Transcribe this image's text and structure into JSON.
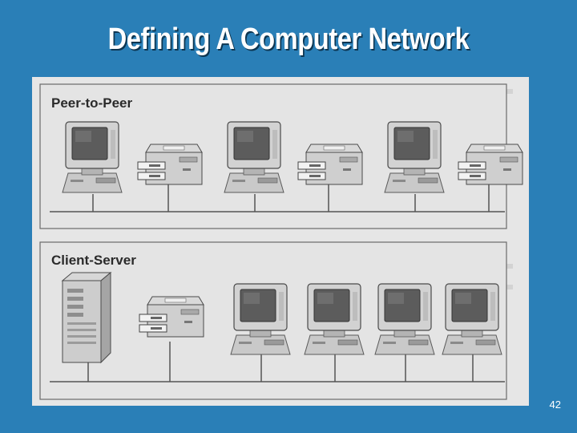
{
  "slide": {
    "title": "Defining A Computer Network",
    "page_number": "42"
  },
  "diagram": {
    "panels": [
      {
        "label": "Peer-to-Peer",
        "nodes": [
          {
            "type": "workstation"
          },
          {
            "type": "printer"
          },
          {
            "type": "workstation"
          },
          {
            "type": "printer"
          },
          {
            "type": "workstation"
          },
          {
            "type": "printer"
          }
        ]
      },
      {
        "label": "Client-Server",
        "nodes": [
          {
            "type": "server"
          },
          {
            "type": "printer"
          },
          {
            "type": "workstation"
          },
          {
            "type": "workstation"
          },
          {
            "type": "workstation"
          },
          {
            "type": "workstation"
          }
        ]
      }
    ]
  }
}
